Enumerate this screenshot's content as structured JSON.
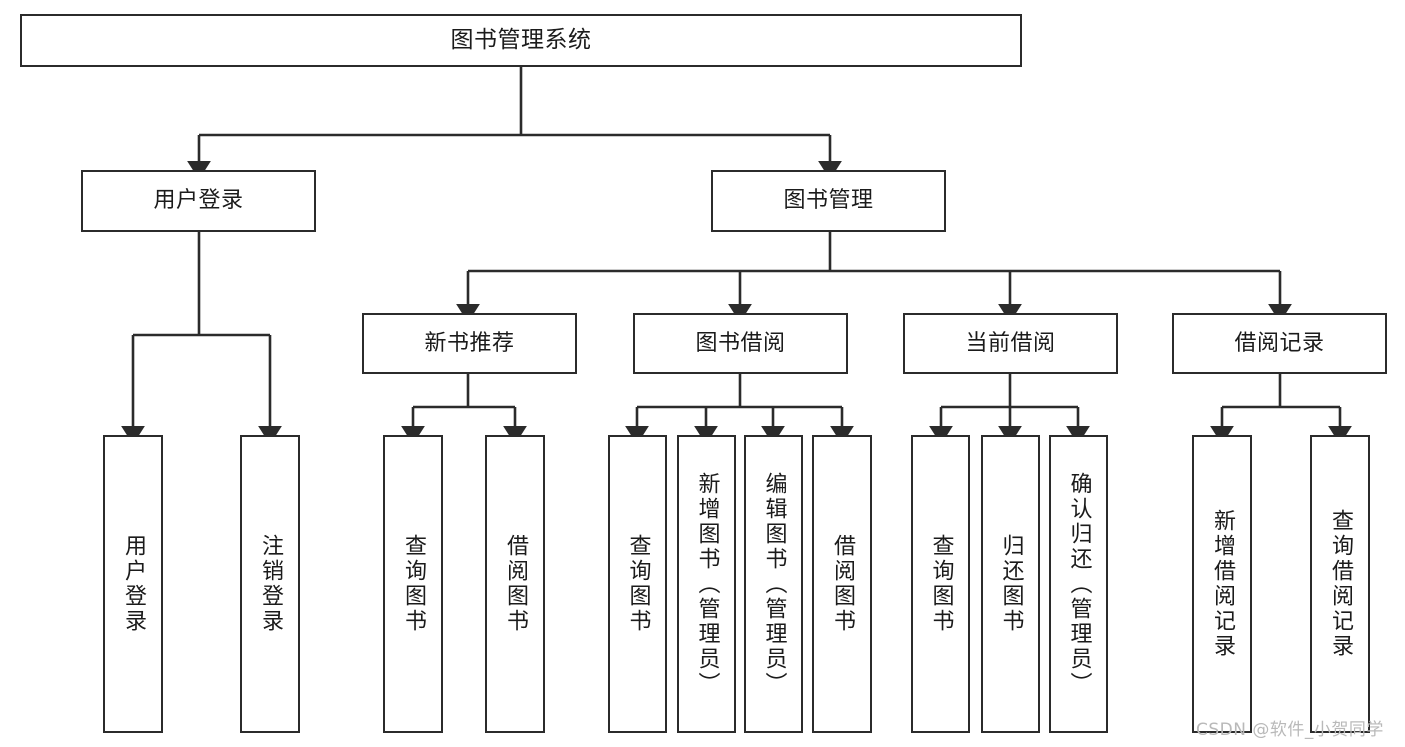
{
  "diagram": {
    "title": "图书管理系统",
    "watermark": "CSDN @软件_小贺同学",
    "colors": {
      "background": "#ffffff",
      "border": "#2b2b2b",
      "text": "#1b1b1b",
      "edge": "#2b2b2b",
      "watermark": "#b9b9b9"
    },
    "root": {
      "label": "图书管理系统"
    },
    "level2": [
      {
        "label": "用户登录"
      },
      {
        "label": "图书管理"
      }
    ],
    "level3": [
      {
        "label": "新书推荐"
      },
      {
        "label": "图书借阅"
      },
      {
        "label": "当前借阅"
      },
      {
        "label": "借阅记录"
      }
    ],
    "leaves": {
      "user_login": [
        {
          "label": "用户登录"
        },
        {
          "label": "注销登录"
        }
      ],
      "new_book": [
        {
          "label": "查询图书"
        },
        {
          "label": "借阅图书"
        }
      ],
      "book_borrow": [
        {
          "label": "查询图书"
        },
        {
          "label": "新增图书（管理员）"
        },
        {
          "label": "编辑图书（管理员）"
        },
        {
          "label": "借阅图书"
        }
      ],
      "current_borrow": [
        {
          "label": "查询图书"
        },
        {
          "label": "归还图书"
        },
        {
          "label": "确认归还（管理员）"
        }
      ],
      "borrow_record": [
        {
          "label": "新增借阅记录"
        },
        {
          "label": "查询借阅记录"
        }
      ]
    }
  }
}
